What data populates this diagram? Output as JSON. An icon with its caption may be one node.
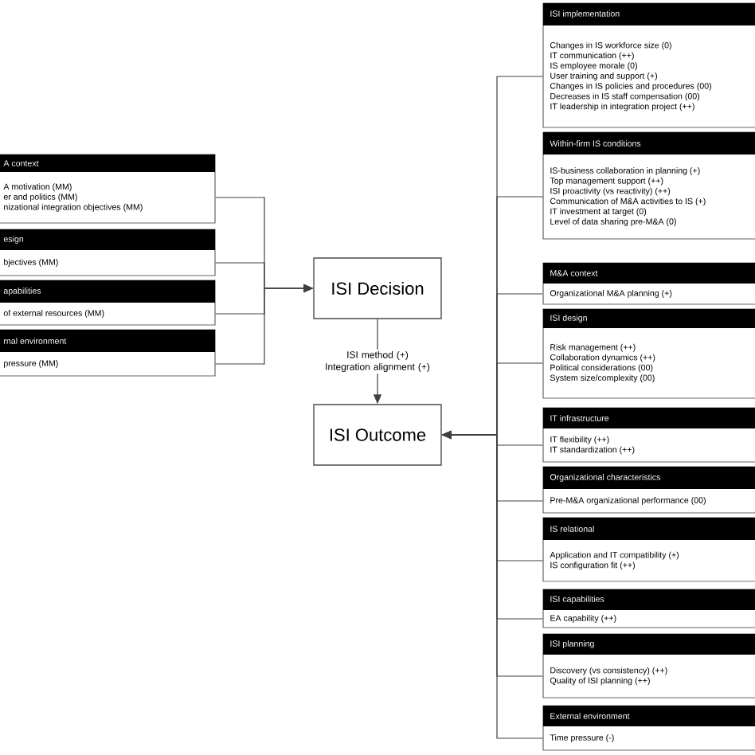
{
  "diagram": {
    "nodes": [
      {
        "text": [
          "A context",
          "A motivation (MM)",
          "er and politics  (MM)",
          "nizational integration  objectives (MM)"
        ]
      },
      {
        "text": [
          "esign",
          "bjectives (MM)"
        ]
      },
      {
        "text": [
          "apabilities",
          "of external  resources  (MM)"
        ]
      },
      {
        "text": [
          "rnal  environment",
          "pressure  (MM)"
        ]
      },
      {
        "text": [
          "ISI Decision"
        ]
      },
      {
        "text": [
          "ISI Outcome"
        ]
      },
      {
        "text": [
          "ISI implementation",
          "Changes in IS workforce size (0)",
          "IT communication  (++)",
          "IS employee morale (0)",
          "User training  and support  (+)",
          "Changes in IS policies and procedures (00)",
          "Decreases in IS staff compensation (00)",
          "IT leadership in integration project  (++)"
        ]
      },
      {
        "text": [
          "Within-firm  IS conditions",
          "IS-business collaboration  in planning (+)",
          "Top management support (++)",
          "ISI proactivity (vs reactivity) (++)",
          "Communication  of M&A activities to IS (+)",
          "IT investment at target (0)",
          "Level of data sharing pre-M&A (0)"
        ]
      },
      {
        "text": [
          "M&A context",
          "Organizational M&A planning (+)"
        ]
      },
      {
        "text": [
          "ISI design",
          "Risk management (++)",
          "Collaboration  dynamics (++)",
          "Political  considerations  (00)",
          "System size/complexity (00)"
        ]
      },
      {
        "text": [
          "IT infrastructure",
          "IT flexibility  (++)",
          "IT standardization  (++)"
        ]
      },
      {
        "text": [
          "Organizational characteristics",
          "Pre-M&A organizational  performance  (00)"
        ]
      },
      {
        "text": [
          "IS relational",
          "Application  and IT compatibility  (+)",
          "IS configuration fit (++)"
        ]
      },
      {
        "text": [
          "ISI capabilities",
          "EA capability  (++)"
        ]
      },
      {
        "text": [
          "ISI planning",
          "Discovery (vs consistency) (++)",
          "Quality of ISI planning (++)"
        ]
      },
      {
        "text": [
          "External  environment",
          "Time pressure  (-)"
        ]
      }
    ],
    "edges": [
      {
        "from": 0,
        "to": 4,
        "arrow": "to"
      },
      {
        "from": 1,
        "to": 4,
        "arrow": "to"
      },
      {
        "from": 2,
        "to": 4,
        "arrow": "to"
      },
      {
        "from": 3,
        "to": 4,
        "arrow": "to"
      },
      {
        "from": 4,
        "to": 5,
        "arrow": "to",
        "label": "ISI method (+) Integration alignment (+)"
      },
      {
        "from": 6,
        "to": 5,
        "arrow": "to"
      },
      {
        "from": 7,
        "to": 5,
        "arrow": "to"
      },
      {
        "from": 8,
        "to": 5,
        "arrow": "to"
      },
      {
        "from": 9,
        "to": 5,
        "arrow": "to"
      },
      {
        "from": 10,
        "to": 5,
        "arrow": "to"
      },
      {
        "from": 11,
        "to": 5,
        "arrow": "to"
      },
      {
        "from": 12,
        "to": 5,
        "arrow": "to"
      },
      {
        "from": 13,
        "to": 5,
        "arrow": "to"
      },
      {
        "from": 14,
        "to": 5,
        "arrow": "to"
      },
      {
        "from": 15,
        "to": 5,
        "arrow": "to"
      }
    ]
  }
}
